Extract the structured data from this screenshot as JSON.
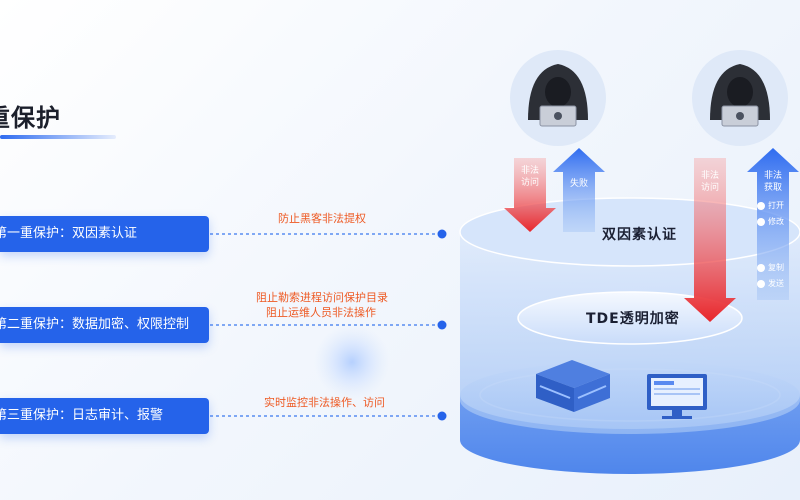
{
  "title": "重保护",
  "layers": [
    {
      "label": "第一重保护：双因素认证",
      "threat": "防止黑客非法提权"
    },
    {
      "label": "第二重保护：数据加密、权限控制",
      "threat_lines": [
        "阻止勒索进程访问保护目录",
        "阻止运维人员非法操作"
      ]
    },
    {
      "label": "第三重保护：日志审计、报警",
      "threat": "实时监控非法操作、访问"
    }
  ],
  "disks": {
    "top": "双因素认证",
    "middle": "TDE透明加密"
  },
  "arrows": {
    "left_down": "非法访问",
    "left_up": "失败",
    "right_down": "非法访问",
    "right_up": "非法获取"
  },
  "side_actions": [
    "打开",
    "修改",
    "复制",
    "发送"
  ],
  "icons": {
    "hacker": "hacker-icon",
    "server": "server-icon",
    "monitor": "monitor-icon"
  },
  "colors": {
    "primary": "#2563ea",
    "threat_text": "#ee5a24",
    "danger_arrow": "#e8262b",
    "safe_arrow": "#2f6cf0"
  }
}
